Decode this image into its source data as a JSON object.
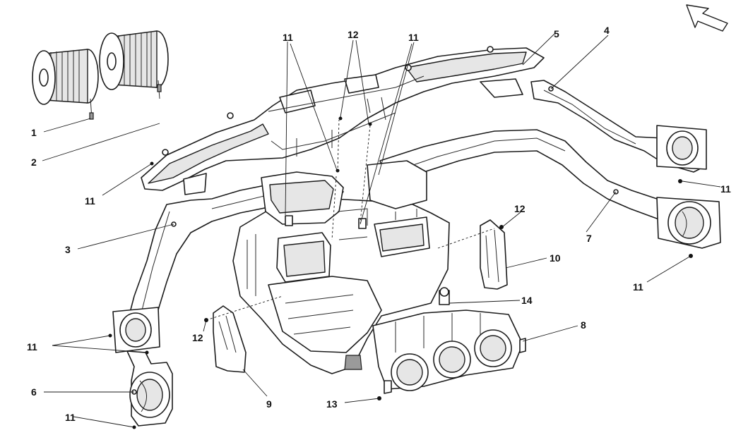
{
  "diagram": {
    "callouts": {
      "c1": "1",
      "c2": "2",
      "c3": "3",
      "c4": "4",
      "c5": "5",
      "c6": "6",
      "c7": "7",
      "c8": "8",
      "c9": "9",
      "c10": "10",
      "c11_top_left": "11",
      "c11_top_right": "11",
      "c12_top": "12",
      "c11_left_duct": "11",
      "c11_right_top": "11",
      "c12_right": "12",
      "c11_right_bottom": "11",
      "c11_left_pair": "11",
      "c12_left": "12",
      "c11_bottom": "11",
      "c13": "13",
      "c14": "14"
    },
    "icons": {
      "orientation": "direction-arrow-icon"
    }
  }
}
